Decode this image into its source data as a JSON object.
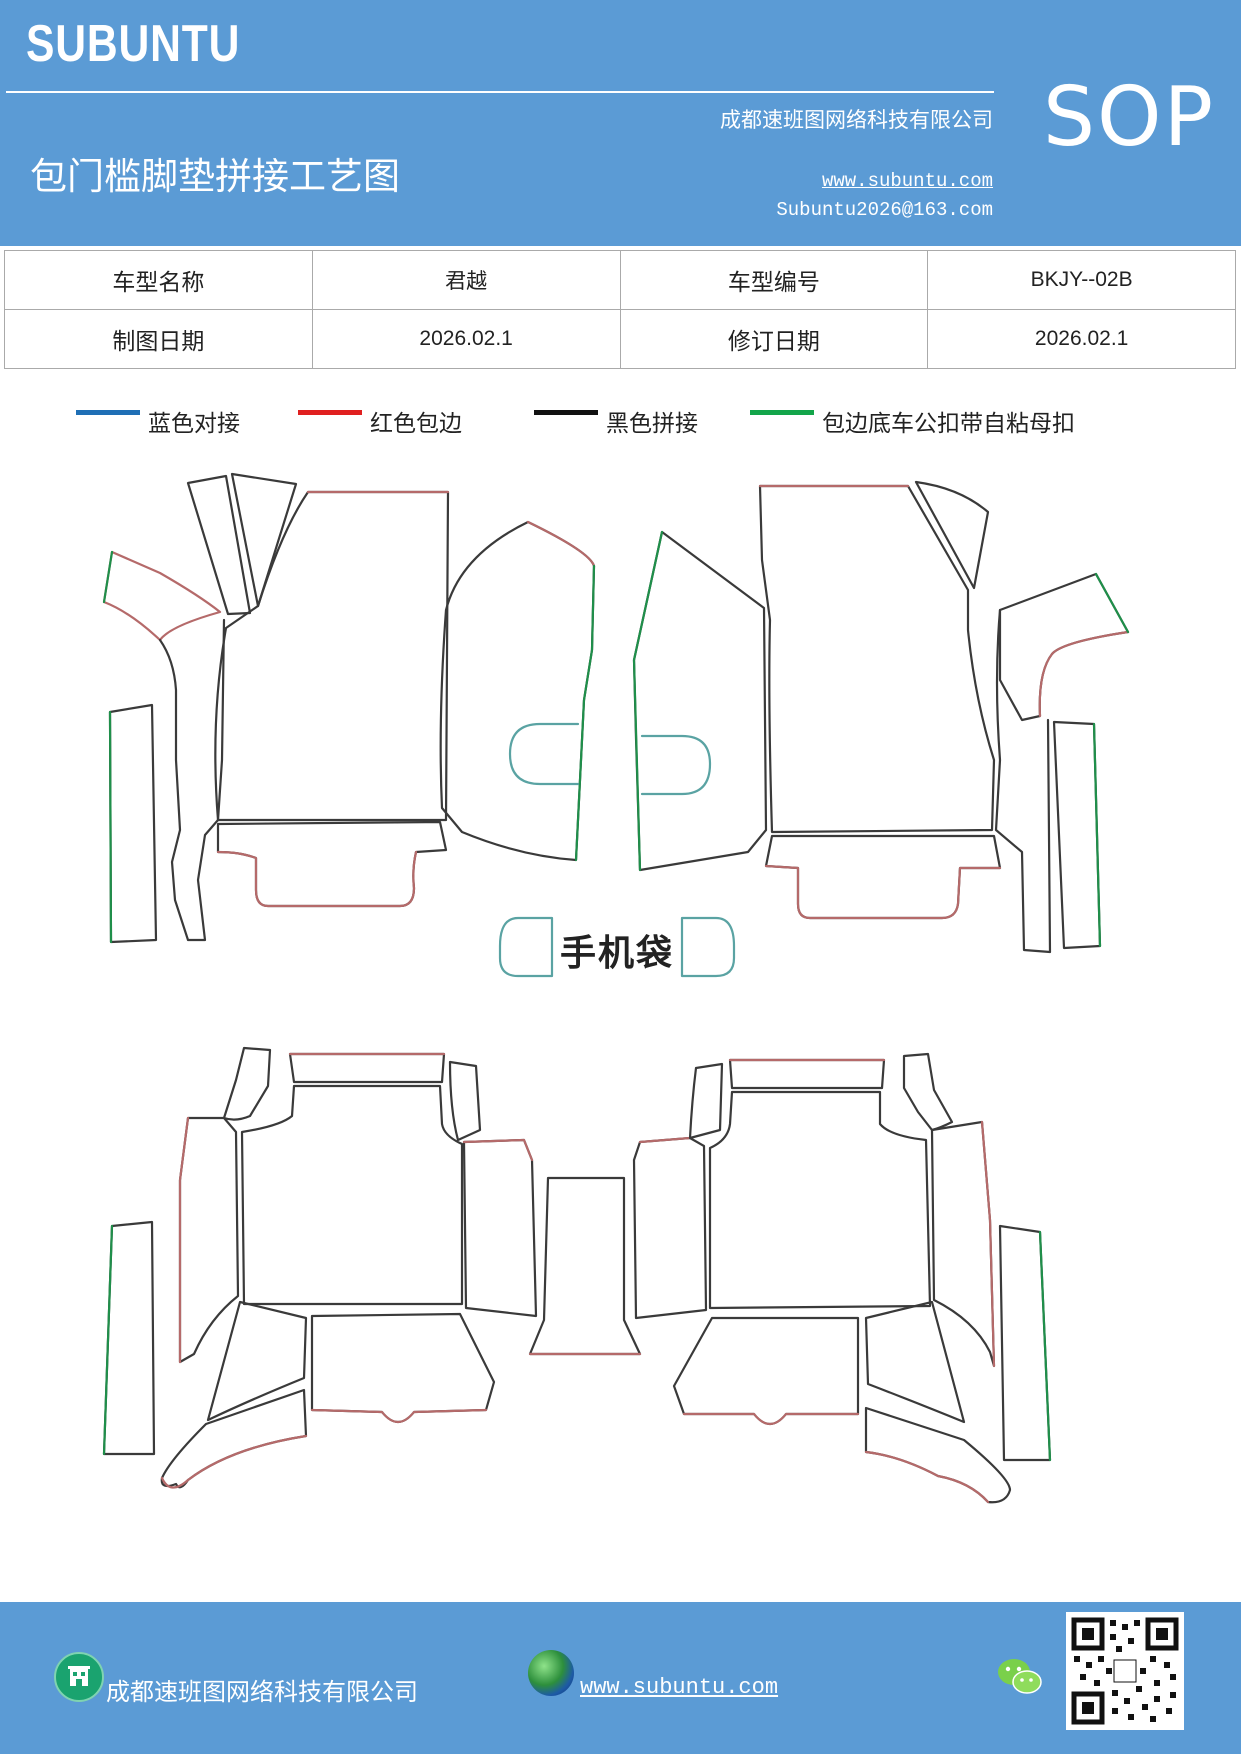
{
  "header": {
    "brand": "SUBUNTU",
    "company": "成都速班图网络科技有限公司",
    "title": "包门槛脚垫拼接工艺图",
    "website": "www.subuntu.com",
    "email": "Subuntu2026@163.com",
    "sop": "SOP"
  },
  "info_table": {
    "rows": [
      [
        {
          "label": "车型名称",
          "value": "君越"
        },
        {
          "label": "车型编号",
          "value": "BKJY--02B"
        }
      ],
      [
        {
          "label": "制图日期",
          "value": "2026.02.1"
        },
        {
          "label": "修订日期",
          "value": "2026.02.1"
        }
      ]
    ]
  },
  "legend": [
    {
      "label": "蓝色对接",
      "color": "#1f6fb5"
    },
    {
      "label": "红色包边",
      "color": "#e02020"
    },
    {
      "label": "黑色拼接",
      "color": "#111111"
    },
    {
      "label": "包边底车公扣带自粘母扣",
      "color": "#13a54a"
    }
  ],
  "drawing": {
    "pocket_label": "手机袋",
    "colors": {
      "outline": "#3a3a3a",
      "edge": "#b56a6a",
      "green": "#1f8f4a",
      "teal": "#5aa3a3"
    }
  },
  "footer": {
    "company": "成都速班图网络科技有限公司",
    "website": "www.subuntu.com",
    "icons": [
      "building-icon",
      "globe-icon",
      "wechat-icon",
      "qr-code"
    ]
  }
}
